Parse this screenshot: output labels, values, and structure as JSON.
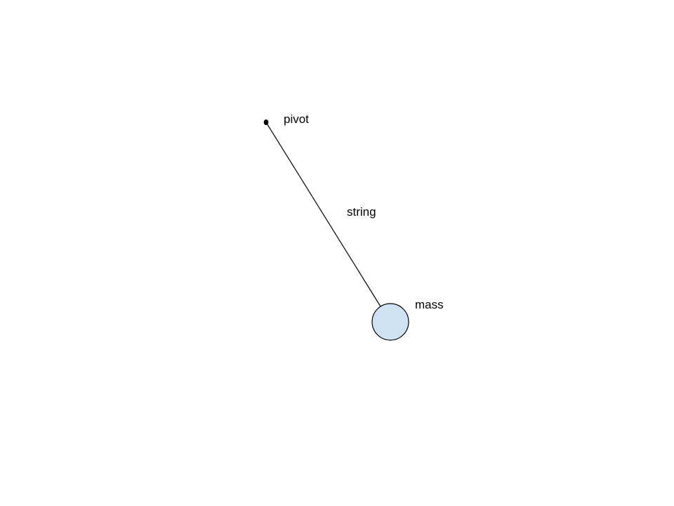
{
  "diagram": {
    "labels": {
      "pivot": "pivot",
      "string": "string",
      "mass": "mass"
    },
    "colors": {
      "line": "#000000",
      "mass_fill": "#cfe2f3",
      "mass_stroke": "#000000",
      "pivot_fill": "#000000",
      "background": "#ffffff"
    }
  }
}
